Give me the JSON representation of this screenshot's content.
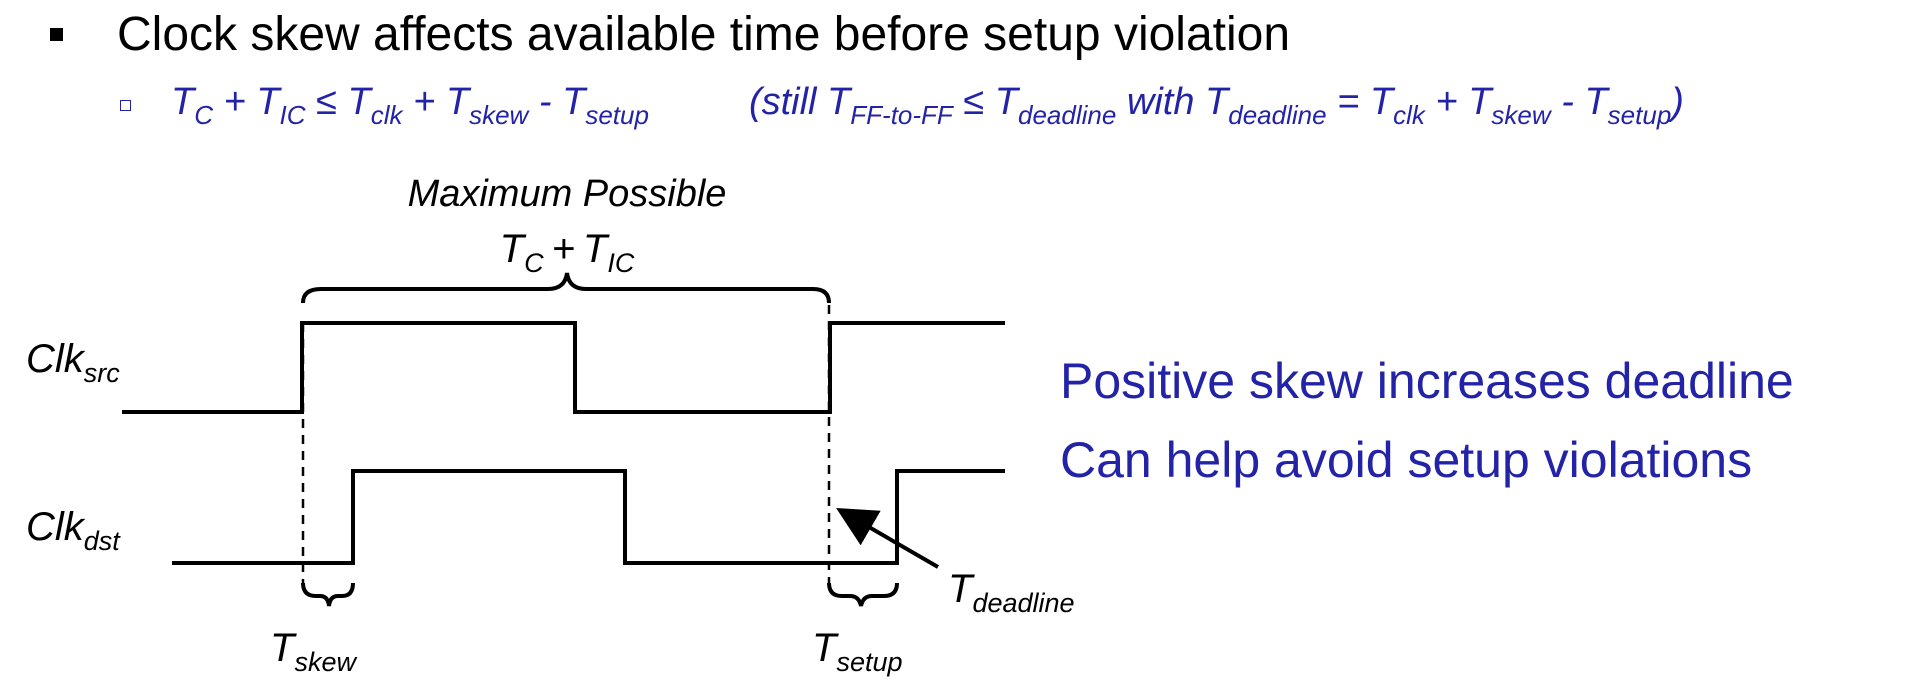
{
  "slide": {
    "bullet": "Clock skew affects available time before setup violation",
    "sub_bullet": {
      "T_C": "T",
      "C_sub": "C",
      "plus": "+",
      "T_IC": "T",
      "IC_sub": "IC",
      "leq": "≤",
      "T_clk": "T",
      "clk_sub": "clk",
      "plus2": "+",
      "T_skew": "T",
      "skew_sub": "skew",
      "minus": "-",
      "T_setup": "T",
      "setup_sub": "setup",
      "still_open": "(still",
      "T_ff": "T",
      "ff_sub": "FF-to-FF",
      "leq2": "≤",
      "T_dl": "T",
      "dl_sub": "deadline",
      "with": "with",
      "T_dl2": "T",
      "dl2_sub": "deadline",
      "eq": "=",
      "T_clk2": "T",
      "clk2_sub": "clk",
      "plus3": "+",
      "T_skew2": "T",
      "skew2_sub": "skew",
      "minus2": "-",
      "T_setup2": "T",
      "setup2_sub": "setup",
      "close": ")"
    }
  },
  "diagram": {
    "max_label": "Maximum Possible",
    "tc_T": "T",
    "tc_sub": "C",
    "tc_plus": "+",
    "tic_T": "T",
    "tic_sub": "IC",
    "clk_src": "Clk",
    "clk_src_sub": "src",
    "clk_dst": "Clk",
    "clk_dst_sub": "dst",
    "skew_T": "T",
    "skew_sub": "skew",
    "setup_T": "T",
    "setup_sub": "setup",
    "deadline_T": "T",
    "deadline_sub": "deadline"
  },
  "side_notes": [
    "Positive skew increases deadline",
    "Can help avoid setup violations"
  ],
  "colors": {
    "accent": "#2323a8",
    "text": "#000000"
  }
}
